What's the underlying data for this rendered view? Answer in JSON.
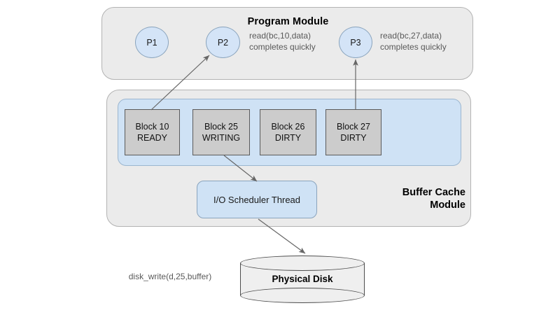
{
  "diagram": {
    "title_note": "Buffer cache module diagram",
    "program_module": {
      "title": "Program Module",
      "processes": [
        {
          "label": "P1"
        },
        {
          "label": "P2"
        },
        {
          "label": "P3"
        }
      ],
      "annotations": [
        {
          "for": "P2",
          "text": "read(bc,10,data)\ncompletes quickly"
        },
        {
          "for": "P3",
          "text": "read(bc,27,data)\ncompletes quickly"
        }
      ]
    },
    "buffer_cache_module": {
      "label": "Buffer Cache\nModule",
      "blocks": [
        {
          "name": "Block 10",
          "state": "READY"
        },
        {
          "name": "Block 25",
          "state": "WRITING"
        },
        {
          "name": "Block 26",
          "state": "DIRTY"
        },
        {
          "name": "Block 27",
          "state": "DIRTY"
        }
      ],
      "io_scheduler": {
        "label": "I/O Scheduler Thread"
      }
    },
    "disk": {
      "label": "Physical Disk",
      "write_call": "disk_write(d,25,buffer)"
    },
    "colors": {
      "module_fill": "#ebebeb",
      "module_stroke": "#b3b3b3",
      "cache_panel_fill": "#cfe2f5",
      "cache_panel_stroke": "#9bb6cf",
      "block_fill": "#cccccc",
      "block_stroke": "#5a5a5a",
      "process_fill": "#d4e4f7",
      "process_stroke": "#8aa4bd",
      "arrow_stroke": "#666666",
      "annotation_text": "#595959",
      "disk_fill": "#efefef",
      "disk_stroke": "#4d4d4d"
    },
    "arrows": [
      {
        "name": "block10-to-p2",
        "from": "Block 10",
        "to": "P2"
      },
      {
        "name": "block27-to-p3",
        "from": "Block 27",
        "to": "P3"
      },
      {
        "name": "block25-to-io-scheduler",
        "from": "Block 25",
        "to": "I/O Scheduler Thread"
      },
      {
        "name": "io-scheduler-to-disk",
        "from": "I/O Scheduler Thread",
        "to": "Physical Disk"
      }
    ]
  }
}
